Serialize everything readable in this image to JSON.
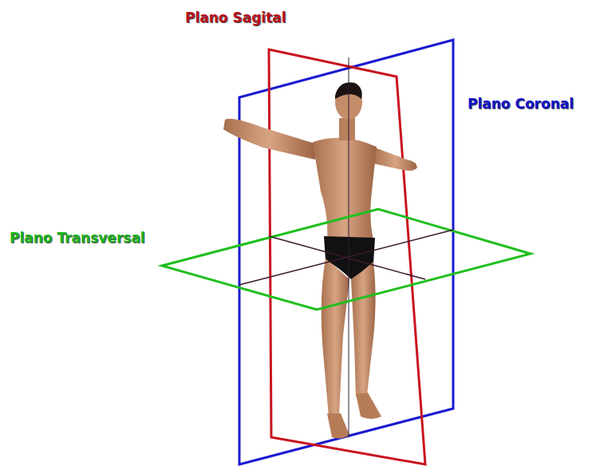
{
  "diagram": {
    "labels": [
      "Plano Sagital",
      "Plano Coronal",
      "Plano Transversal"
    ]
  }
}
